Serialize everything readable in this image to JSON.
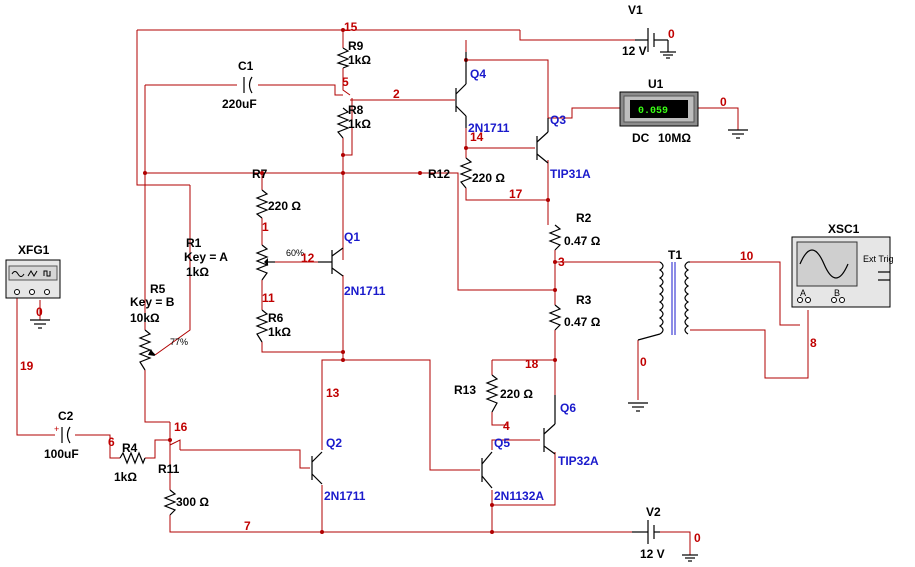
{
  "components": {
    "v1": {
      "ref": "V1",
      "value": "12 V",
      "net": "0"
    },
    "v2": {
      "ref": "V2",
      "value": "12 V",
      "net": "0"
    },
    "c1": {
      "ref": "C1",
      "value": "220uF"
    },
    "c2": {
      "ref": "C2",
      "value": "100uF"
    },
    "r1": {
      "ref": "R1",
      "key": "Key = A",
      "value": "1kΩ"
    },
    "r2": {
      "ref": "R2",
      "value": "0.47 Ω"
    },
    "r3": {
      "ref": "R3",
      "value": "0.47 Ω"
    },
    "r4": {
      "ref": "R4",
      "value": "1kΩ"
    },
    "r5": {
      "ref": "R5",
      "key": "Key = B",
      "value": "10kΩ",
      "percent": "77%"
    },
    "r6": {
      "ref": "R6",
      "value": "1kΩ"
    },
    "r7": {
      "ref": "R7",
      "value": "220 Ω",
      "percent": "60%"
    },
    "r8": {
      "ref": "R8",
      "value": "1kΩ"
    },
    "r9": {
      "ref": "R9",
      "value": "1kΩ"
    },
    "r11": {
      "ref": "R11",
      "value": "300 Ω"
    },
    "r12": {
      "ref": "R12",
      "value": "220 Ω"
    },
    "r13": {
      "ref": "R13",
      "value": "220 Ω"
    },
    "q1": {
      "ref": "Q1",
      "part": "2N1711"
    },
    "q2": {
      "ref": "Q2",
      "part": "2N1711"
    },
    "q3": {
      "ref": "Q3",
      "part": "TIP31A"
    },
    "q4": {
      "ref": "Q4",
      "part": "2N1711"
    },
    "q5": {
      "ref": "Q5",
      "part": "2N1132A"
    },
    "q6": {
      "ref": "Q6",
      "part": "TIP32A"
    },
    "t1": {
      "ref": "T1"
    },
    "u1": {
      "ref": "U1",
      "reading": "0.059",
      "mode": "DC",
      "impedance": "10MΩ",
      "net": "0"
    },
    "xfg1": {
      "ref": "XFG1",
      "net": "0"
    },
    "xsc1": {
      "ref": "XSC1",
      "ext_trig": "Ext Trig",
      "chan_a": "A",
      "chan_b": "B"
    }
  },
  "nets": {
    "n15": "15",
    "n5": "5",
    "n2": "2",
    "n14": "14",
    "n17": "17",
    "n1": "1",
    "n12": "12",
    "n11": "11",
    "n3": "3",
    "n10": "10",
    "n8": "8",
    "n0": "0",
    "n19": "19",
    "n6": "6",
    "n16": "16",
    "n13": "13",
    "n18": "18",
    "n4": "4",
    "n7": "7"
  },
  "colors": {
    "wire": "#b00000",
    "net_label": "#c00000",
    "part_label": "#1a1acc",
    "meter_display": "#39ff14"
  }
}
